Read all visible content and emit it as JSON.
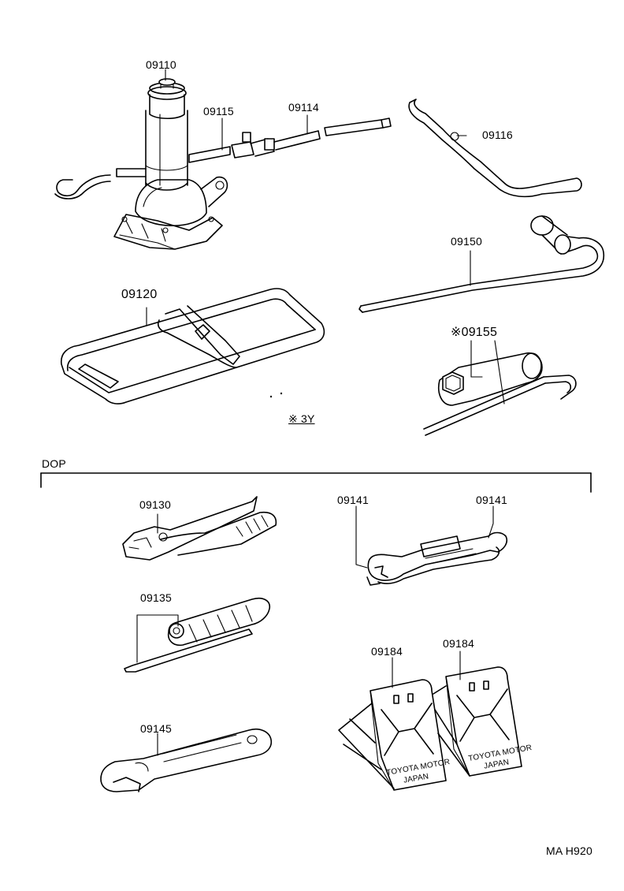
{
  "parts": {
    "jack": "09110",
    "jack_handle_joint": "09115",
    "jack_handle_ext": "09114",
    "wheel_cover_lever": "09116",
    "tool_bag": "09120",
    "hub_nut_wrench": "09150",
    "plug_wrench": "※09155",
    "note_3y": "※ 3Y",
    "pliers": "09130",
    "spanner_left": "09141",
    "spanner_right": "09141",
    "screwdriver": "09135",
    "adjustable_wrench": "09145",
    "wheel_chock_left": "09184",
    "wheel_chock_right": "09184"
  },
  "section": {
    "dop": "DOP"
  },
  "chock_text": {
    "line1": "TOYOTA MOTOR",
    "line2": "JAPAN"
  },
  "footer": {
    "code": "MA  H920"
  }
}
